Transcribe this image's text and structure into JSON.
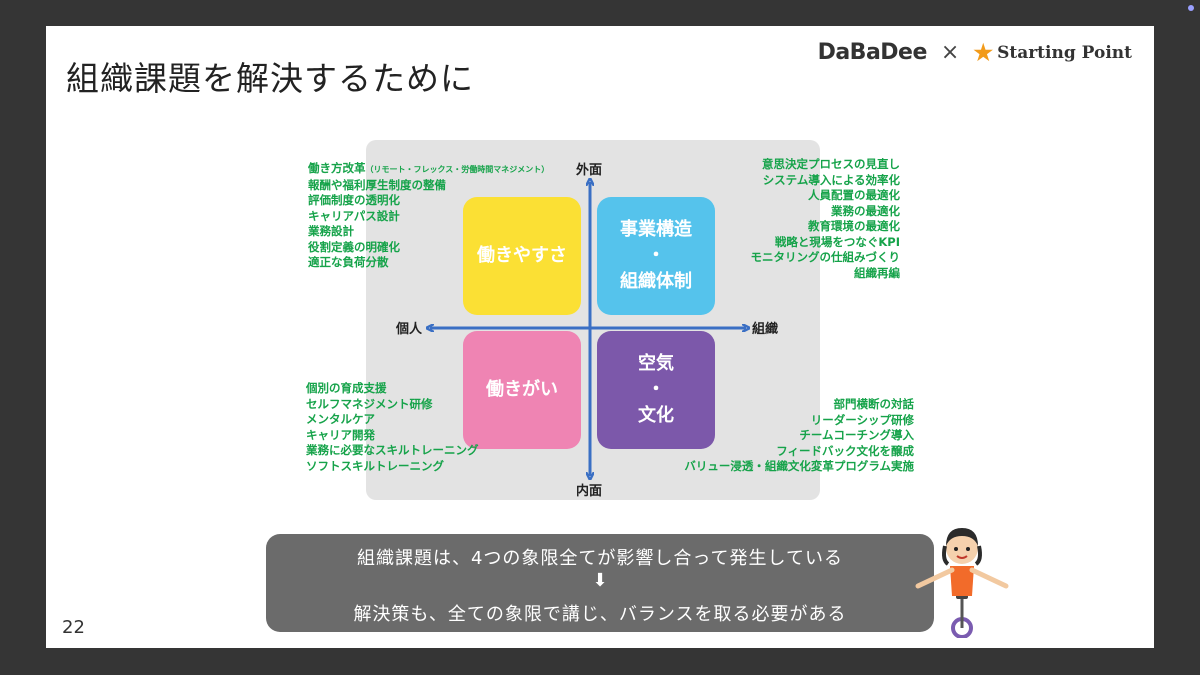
{
  "slide": {
    "title": "組織課題を解決するために",
    "page_number": "22"
  },
  "logo": {
    "brand1": "DaBaDee",
    "separator": "×",
    "brand2": "Starting Point"
  },
  "diagram": {
    "axes": {
      "top": "外面",
      "bottom": "内面",
      "left": "個人",
      "right": "組織"
    },
    "quadrants": [
      {
        "line1": "働きやすさ",
        "line2": "",
        "line3": "",
        "color": "#fbe034"
      },
      {
        "line1": "事業構造",
        "line2": "・",
        "line3": "組織体制",
        "color": "#55c3ec"
      },
      {
        "line1": "働きがい",
        "line2": "",
        "line3": "",
        "color": "#ef84b3"
      },
      {
        "line1": "空気",
        "line2": "・",
        "line3": "文化",
        "color": "#7c58aa"
      }
    ]
  },
  "lists": {
    "top_left_first": "働き方改革",
    "top_left_first_note": "（リモート・フレックス・労働時間マネジメント）",
    "top_left": [
      "報酬や福利厚生制度の整備",
      "評価制度の透明化",
      "キャリアパス設計",
      "業務設計",
      "役割定義の明確化",
      "適正な負荷分散"
    ],
    "top_right": [
      "意思決定プロセスの見直し",
      "システム導入による効率化",
      "人員配置の最適化",
      "業務の最適化",
      "教育環境の最適化",
      "戦略と現場をつなぐKPI",
      "モニタリングの仕組みづくり",
      "組織再編"
    ],
    "bottom_left": [
      "個別の育成支援",
      "セルフマネジメント研修",
      "メンタルケア",
      "キャリア開発",
      "業務に必要なスキルトレーニング",
      "ソフトスキルトレーニング"
    ],
    "bottom_right": [
      "部門横断の対話",
      "リーダーシップ研修",
      "チームコーチング導入",
      "フィードバック文化を醸成",
      "バリュー浸透・組織文化変革プログラム実施"
    ]
  },
  "banner": {
    "line1": "組織課題は、4つの象限全てが影響し合って発生している",
    "arrow": "⬇",
    "line2": "解決策も、全ての象限で講じ、バランスを取る必要がある"
  },
  "colors": {
    "list_text": "#16a34a",
    "axis": "#3a6fc4",
    "banner": "#6b6b6b"
  }
}
